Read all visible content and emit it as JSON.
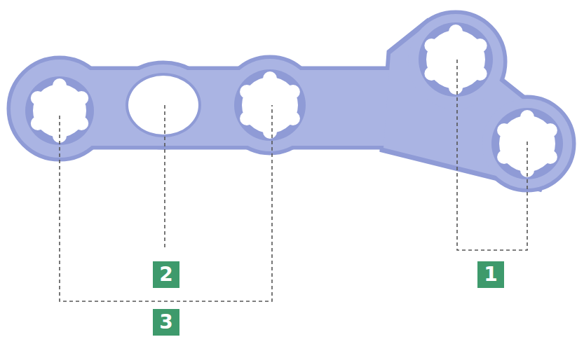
{
  "diagram": {
    "nodes": [
      {
        "text": [
          "2"
        ]
      },
      {
        "text": [
          "1"
        ]
      },
      {
        "text": [
          "3"
        ]
      }
    ]
  }
}
